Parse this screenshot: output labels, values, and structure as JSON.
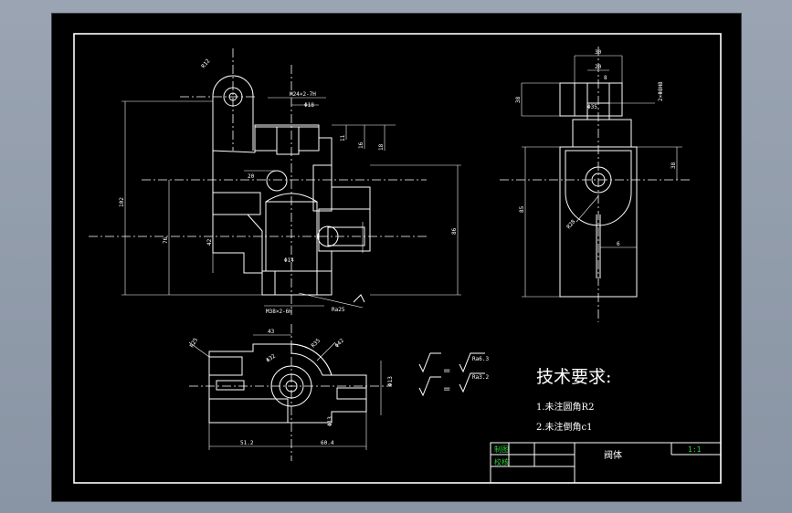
{
  "technical_requirements": {
    "title": "技术要求:",
    "items": [
      "1.未注圆角R2",
      "2.未注倒角c1"
    ]
  },
  "title_block": {
    "drawn_label": "制图",
    "check_label": "校核",
    "part_name": "阀体",
    "scale": "1:1"
  },
  "roughness": {
    "sym1": "√",
    "eq1": "=",
    "val1": "Ra6.3",
    "sym2": "√",
    "eq2": "=",
    "val2": "Ra3.2"
  },
  "dimensions": {
    "front": {
      "r": "R12",
      "thread_top": "M24×2-7H",
      "bore_top": "Φ18",
      "d11": "11",
      "d16": "16",
      "d18": "18",
      "d20": "20",
      "h102": "102",
      "h76": "76",
      "d86": "86",
      "d42": "42",
      "phi14": "Φ14",
      "thread_bottom": "M38×2-6H",
      "ra": "Ra25"
    },
    "side": {
      "d30": "30",
      "d20": "20",
      "d8": "8",
      "thread": "2×Φ8H8",
      "d38": "38",
      "phi35": "Φ35",
      "d85": "85",
      "r28": "R28",
      "d6": "6"
    },
    "top": {
      "r25": "R25",
      "d43": "43",
      "r35": "R35",
      "phi42": "Φ42",
      "phi32": "Φ32",
      "phi13": "Φ13",
      "d51": "51.2",
      "d60": "60.4"
    }
  },
  "colors": {
    "background": "#000000",
    "line": "#ffffff",
    "accent": "#2fd23a",
    "outer": "#8994a4"
  }
}
